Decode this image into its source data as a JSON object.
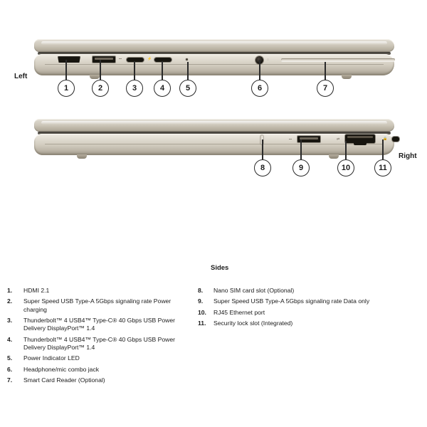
{
  "diagram": {
    "side_labels": {
      "left": "Left",
      "right": "Right"
    },
    "views": [
      {
        "name": "left-side-view",
        "side": "Left",
        "ports": [
          {
            "callout": "1",
            "icon": "hdmi-port-icon",
            "label": "HDMI 2.1"
          },
          {
            "callout": "2",
            "icon": "usb-a-port-icon",
            "label": "Super Speed USB Type-A 5Gbps signaling rate Power charging"
          },
          {
            "callout": "3",
            "icon": "usb-c-port-icon",
            "label": "Thunderbolt 4 USB4 Type-C 40 Gbps USB Power Delivery DisplayPort 1.4"
          },
          {
            "callout": "4",
            "icon": "usb-c-port-icon",
            "label": "Thunderbolt 4 USB4 Type-C 40 Gbps USB Power Delivery DisplayPort 1.4"
          },
          {
            "callout": "5",
            "icon": "power-led-icon",
            "label": "Power Indicator LED"
          },
          {
            "callout": "6",
            "icon": "headphone-jack-icon",
            "label": "Headphone/mic combo jack"
          },
          {
            "callout": "7",
            "icon": "smart-card-slot-icon",
            "label": "Smart Card Reader (Optional)"
          }
        ]
      },
      {
        "name": "right-side-view",
        "side": "Right",
        "ports": [
          {
            "callout": "8",
            "icon": "nano-sim-slot-icon",
            "label": "Nano SIM card slot (Optional)"
          },
          {
            "callout": "9",
            "icon": "usb-a-port-icon",
            "label": "Super Speed USB Type-A 5Gbps signaling rate Data only"
          },
          {
            "callout": "10",
            "icon": "rj45-ethernet-port-icon",
            "label": "RJ45 Ethernet port"
          },
          {
            "callout": "11",
            "icon": "security-lock-slot-icon",
            "label": "Security lock slot (Integrated)"
          }
        ]
      }
    ]
  },
  "legend": {
    "heading": "Sides",
    "left_column": [
      {
        "number": "1.",
        "text": "HDMI 2.1"
      },
      {
        "number": "2.",
        "text": "Super Speed USB Type-A 5Gbps signaling rate Power charging"
      },
      {
        "number": "3.",
        "text": "Thunderbolt™ 4 USB4™ Type-C® 40 Gbps USB Power Delivery DisplayPort™ 1.4"
      },
      {
        "number": "4.",
        "text": "Thunderbolt™ 4 USB4™ Type-C® 40 Gbps USB Power Delivery DisplayPort™ 1.4"
      },
      {
        "number": "5.",
        "text": "Power Indicator LED"
      },
      {
        "number": "6.",
        "text": "Headphone/mic combo jack"
      },
      {
        "number": "7.",
        "text": "Smart Card Reader (Optional)"
      }
    ],
    "right_column": [
      {
        "number": "8.",
        "text": "Nano SIM card slot (Optional)"
      },
      {
        "number": "9.",
        "text": "Super Speed USB Type-A 5Gbps signaling rate Data only"
      },
      {
        "number": "10.",
        "text": "RJ45 Ethernet port"
      },
      {
        "number": "11.",
        "text": "Security lock slot (Integrated)"
      }
    ]
  },
  "colors": {
    "background": "#ffffff",
    "text": "#1b1b1b",
    "callout_stroke": "#2a2a2a",
    "chassis_light": "#efebe3",
    "chassis_mid": "#cdc7ba",
    "chassis_dark": "#9c9587",
    "port_cavity": "#17150f"
  }
}
